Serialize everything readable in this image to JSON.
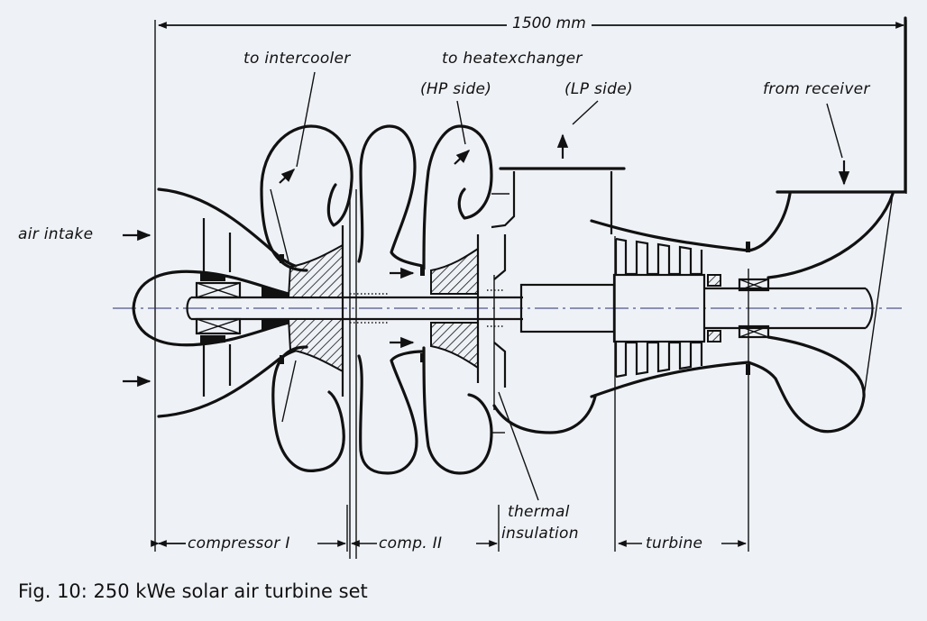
{
  "figure": {
    "caption": "Fig. 10: 250 kWe solar air turbine set",
    "overall_dimension": "1500 mm"
  },
  "labels": {
    "to_intercooler": "to intercooler",
    "to_heatexchanger": "to heatexchanger",
    "hp_side": "(HP side)",
    "lp_side": "(LP side)",
    "from_receiver": "from receiver",
    "air_intake": "air intake",
    "thermal_insulation_line1": "thermal",
    "thermal_insulation_line2": "insulation"
  },
  "sections": [
    {
      "label": "compressor I"
    },
    {
      "label": "comp. II"
    },
    {
      "label": "turbine"
    }
  ],
  "colors": {
    "background": "#eef1f6",
    "ink": "#111111",
    "centerline": "#2a2e6a"
  }
}
